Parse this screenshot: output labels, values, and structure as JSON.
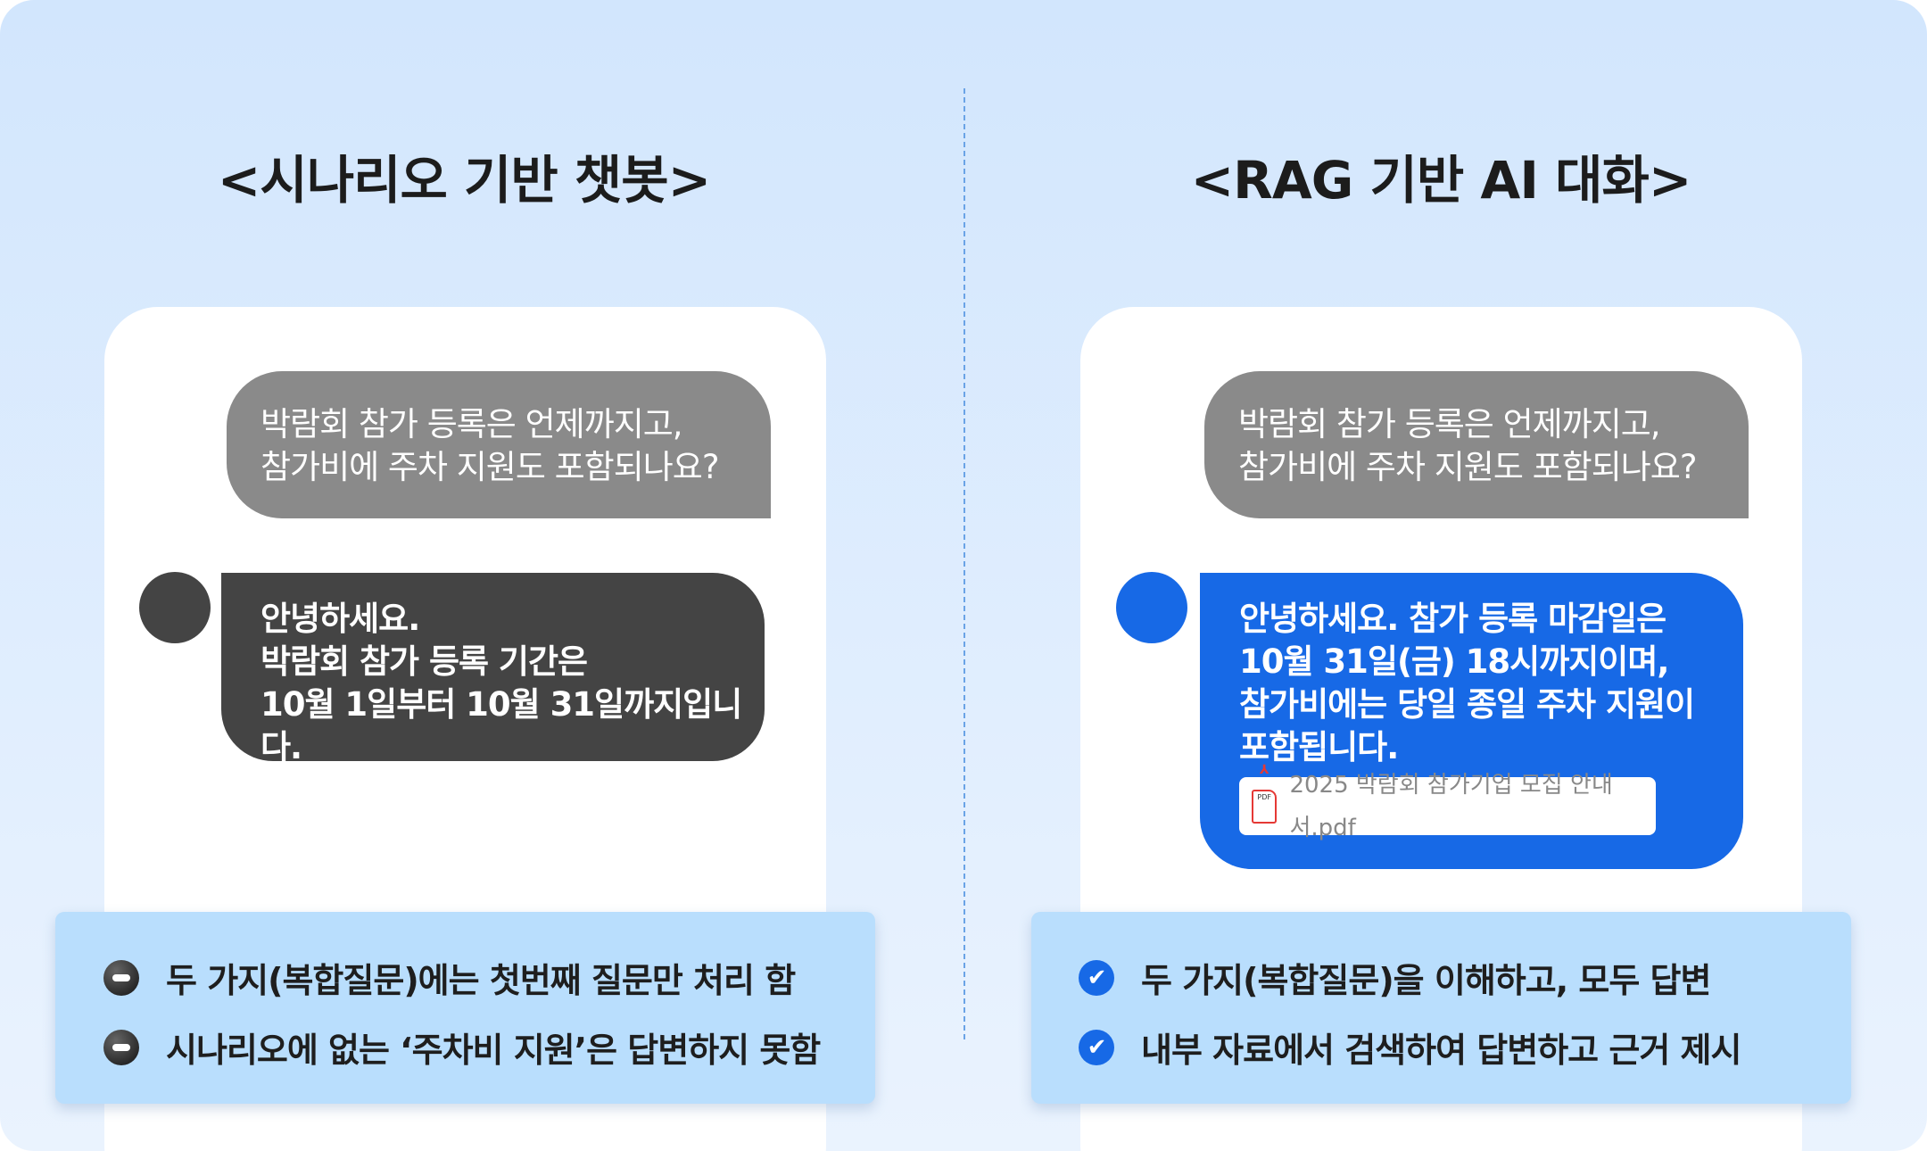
{
  "left": {
    "title": "<시나리오 기반 챗봇>",
    "user_message": [
      "박람회 참가 등록은 언제까지고,",
      "참가비에 주차 지원도 포함되나요?"
    ],
    "bot_message": [
      "안녕하세요.",
      "박람회 참가 등록 기간은",
      "10월 1일부터 10월 31일까지입니다."
    ],
    "bullets": [
      "두 가지(복합질문)에는 첫번째 질문만 처리 함",
      "시나리오에 없는 ‘주차비 지원’은 답변하지 못함"
    ],
    "bullet_icon": "minus-circle-icon"
  },
  "right": {
    "title": "<RAG 기반 AI 대화>",
    "user_message": [
      "박람회 참가 등록은 언제까지고,",
      "참가비에 주차 지원도 포함되나요?"
    ],
    "bot_message": [
      "안녕하세요. 참가 등록 마감일은",
      "10월 31일(금) 18시까지이며,",
      "참가비에는 당일 종일 주차 지원이",
      "포함됩니다."
    ],
    "attachment": {
      "name": "2025 박람회 참가기업 모집 안내서.pdf",
      "icon_label": "PDF"
    },
    "bullets": [
      "두 가지(복합질문)을 이해하고, 모두 답변",
      "내부 자료에서 검색하여 답변하고 근거 제시"
    ],
    "bullet_icon": "check-circle-icon"
  },
  "colors": {
    "user_bubble": "#8a8a8a",
    "scenario_bot": "#444444",
    "rag_bot": "#1769e6",
    "summary_box": "#b9defd"
  }
}
